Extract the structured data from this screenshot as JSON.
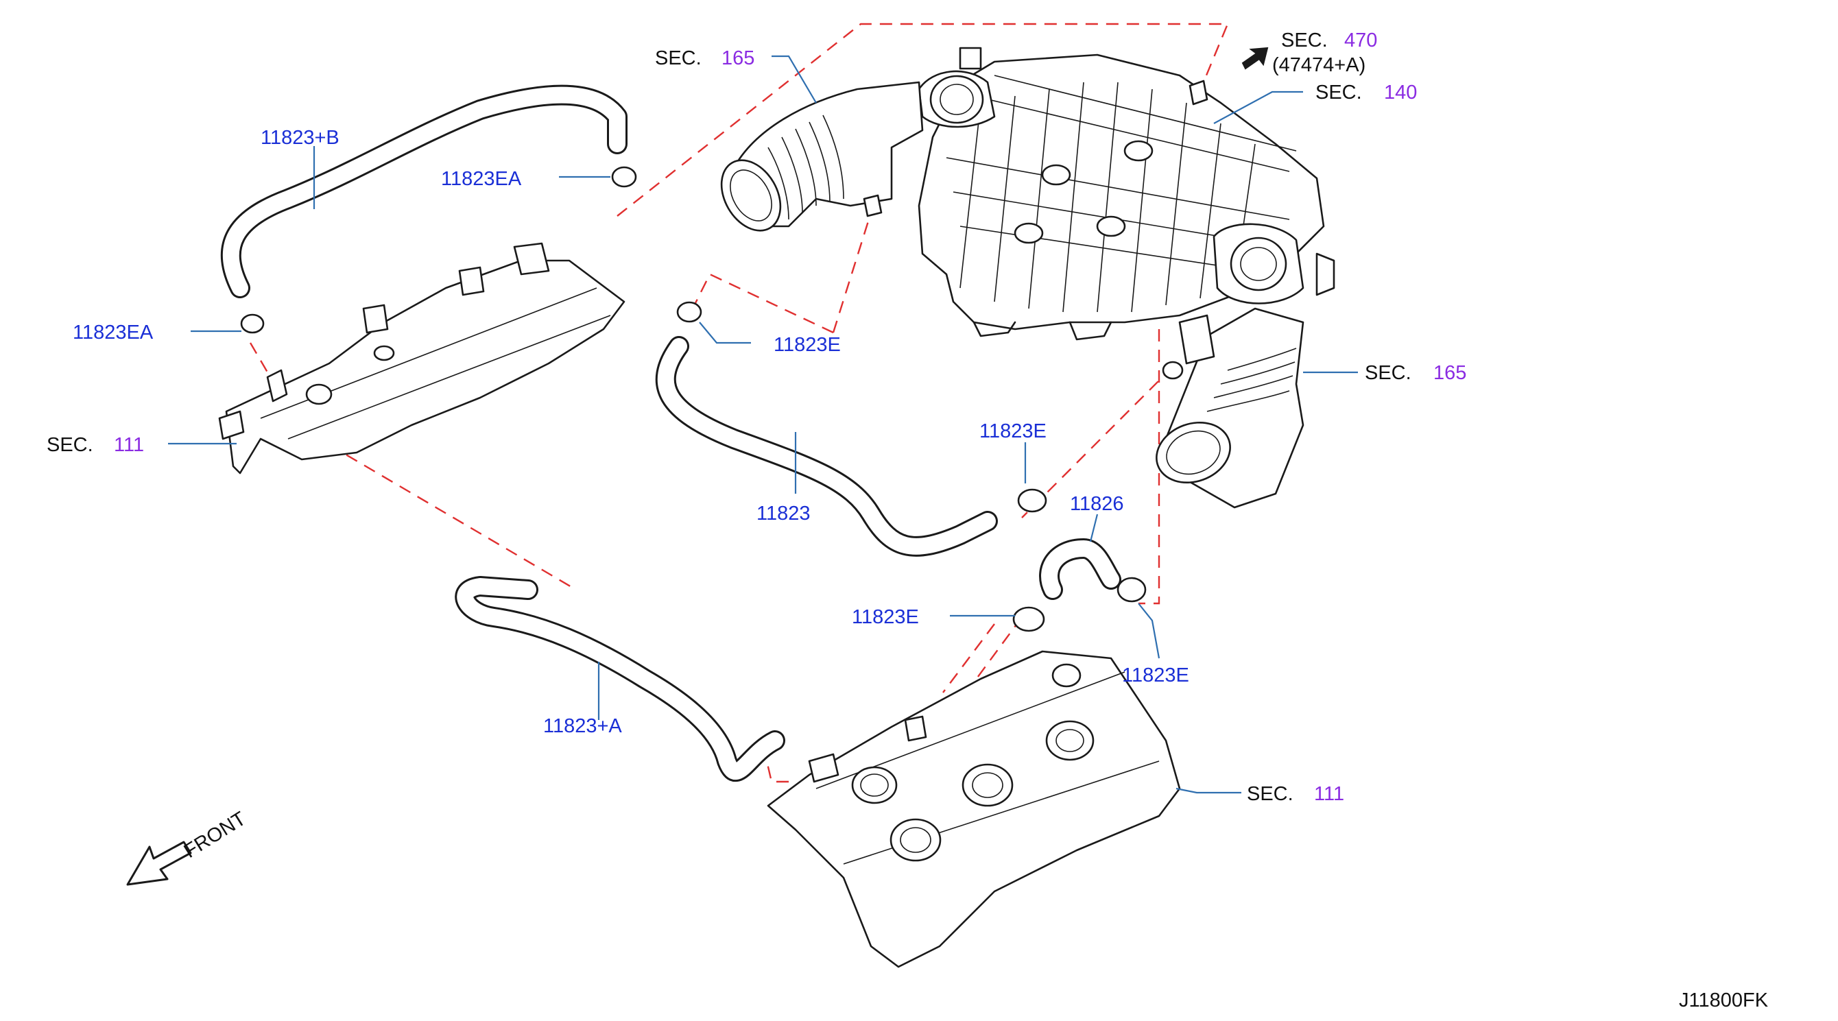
{
  "labels": {
    "sec_165_top": {
      "sec": "SEC.",
      "num": "165"
    },
    "sec_470": {
      "sec": "SEC.",
      "num": "470",
      "sub": "(47474+A)"
    },
    "sec_140": {
      "sec": "SEC.",
      "num": "140"
    },
    "sec_165_right": {
      "sec": "SEC.",
      "num": "165"
    },
    "sec_111_left": {
      "sec": "SEC.",
      "num": "111"
    },
    "sec_111_bottom": {
      "sec": "SEC.",
      "num": "111"
    },
    "p_11823_b": "11823+B",
    "p_11823ea_top": "11823EA",
    "p_11823ea_left": "11823EA",
    "p_11823e_mid": "11823E",
    "p_11823e_center": "11823E",
    "p_11823": "11823",
    "p_11826": "11826",
    "p_11823e_lower": "11823E",
    "p_11823e_right": "11823E",
    "p_11823_a": "11823+A",
    "front": "FRONT",
    "drawing_code": "J11800FK"
  }
}
